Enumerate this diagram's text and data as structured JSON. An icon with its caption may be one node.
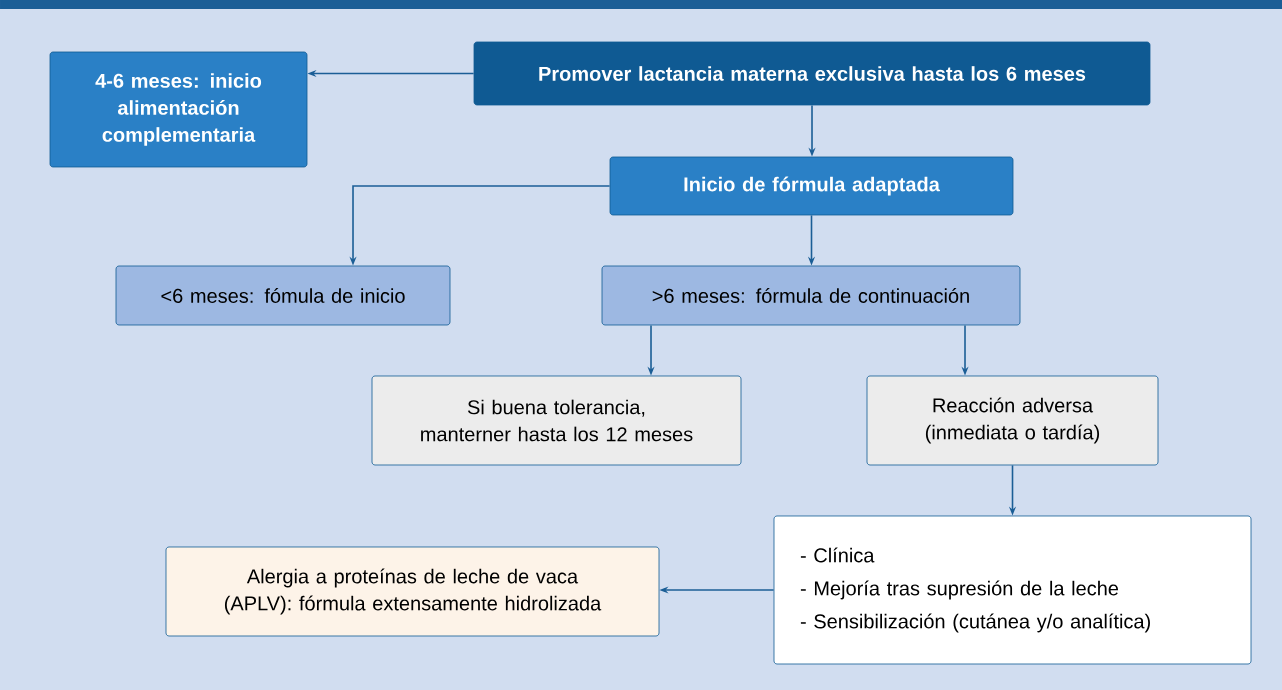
{
  "diagram": {
    "nodes": [
      {
        "text": [
          "Promover lactancia materna exclusiva hasta los 6 meses"
        ]
      },
      {
        "text": [
          "4-6 meses: inicio alimentación complementaria"
        ]
      },
      {
        "text": [
          "Inicio de fórmula adaptada"
        ]
      },
      {
        "text": [
          "<6 meses: fómula de inicio"
        ]
      },
      {
        "text": [
          ">6 meses: fórmula de continuación"
        ]
      },
      {
        "text": [
          "Si buena tolerancia, manterner hasta los 12 meses"
        ]
      },
      {
        "text": [
          "Reacción adversa (inmediata o tardía)"
        ]
      },
      {
        "text": [
          "- Clínica",
          "- Mejoría tras supresión de la leche",
          "- Sensibilización (cutánea y/o analítica)"
        ]
      },
      {
        "text": [
          "Alergia a proteínas de leche de vaca (APLV): fórmula extensamente hidrolizada"
        ]
      }
    ],
    "edges": [
      {
        "from": 0,
        "to": 1,
        "arrow": "to"
      },
      {
        "from": 0,
        "to": 2,
        "arrow": "to"
      },
      {
        "from": 2,
        "to": 3,
        "arrow": "to"
      },
      {
        "from": 2,
        "to": 4,
        "arrow": "to"
      },
      {
        "from": 4,
        "to": 5,
        "arrow": "to"
      },
      {
        "from": 4,
        "to": 6,
        "arrow": "to"
      },
      {
        "from": 6,
        "to": 7,
        "arrow": "to"
      },
      {
        "from": 7,
        "to": 8,
        "arrow": "to"
      }
    ]
  }
}
